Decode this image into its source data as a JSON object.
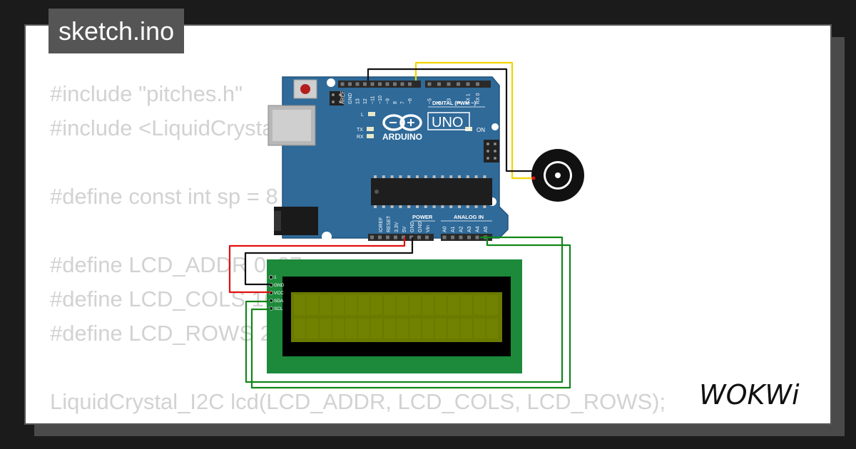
{
  "tab": {
    "label": "sketch.ino"
  },
  "code_lines": [
    "#include \"pitches.h\"",
    "#include <LiquidCrystal_I2C.h>",
    "",
    "#define const int sp = 8",
    "",
    "#define LCD_ADDR 0x27",
    "#define LCD_COLS 16",
    "#define LCD_ROWS 2",
    "",
    "LiquidCrystal_I2C lcd(LCD_ADDR, LCD_COLS, LCD_ROWS);"
  ],
  "arduino": {
    "brand": "ARDUINO",
    "model": "UNO",
    "digital_header": "DIGITAL (PWM ~)",
    "digital_pins": [
      "AREF",
      "GND",
      "13",
      "12",
      "~11",
      "~10",
      "~9",
      "8",
      "7",
      "~6",
      "~5",
      "4",
      "~3",
      "2",
      "TX 1",
      "RX 0"
    ],
    "led_l": "L",
    "led_tx": "TX",
    "led_rx": "RX",
    "on_label": "ON",
    "power_header": "POWER",
    "power_pins": [
      "IOREF",
      "RESET",
      "3.3V",
      "5V",
      "GND",
      "GND",
      "Vin"
    ],
    "analog_header": "ANALOG IN",
    "analog_pins": [
      "A0",
      "A1",
      "A2",
      "A3",
      "A4",
      "A5"
    ],
    "board_color": "#2f6a99"
  },
  "lcd": {
    "pins": [
      "1",
      "GND",
      "VCC",
      "SDA",
      "SCL"
    ],
    "pcb_color": "#1c8a3a",
    "screen_color": "#6b7a00"
  },
  "wire_colors": {
    "gnd": "#111111",
    "vcc": "#e01010",
    "signal": "#f2d400",
    "i2c": "#12861a"
  },
  "logo": {
    "text": "WOKWi"
  }
}
